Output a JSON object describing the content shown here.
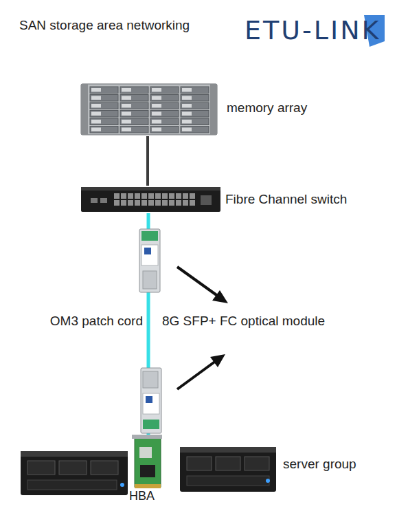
{
  "diagram": {
    "title": "SAN storage area networking",
    "nodes": [
      {
        "text": [
          "memory array"
        ]
      },
      {
        "text": [
          "Fibre Channel switch"
        ]
      },
      {
        "text": [
          "server group"
        ]
      },
      {
        "text": [
          "HBA"
        ]
      }
    ],
    "edges": [
      {
        "from": 0,
        "to": 1,
        "arrow": "none"
      },
      {
        "from": 1,
        "to": 3,
        "arrow": "none",
        "label": "OM3 patch cord"
      }
    ],
    "labels": [
      "ETU-LINK",
      "8G SFP+ FC optical module"
    ]
  }
}
